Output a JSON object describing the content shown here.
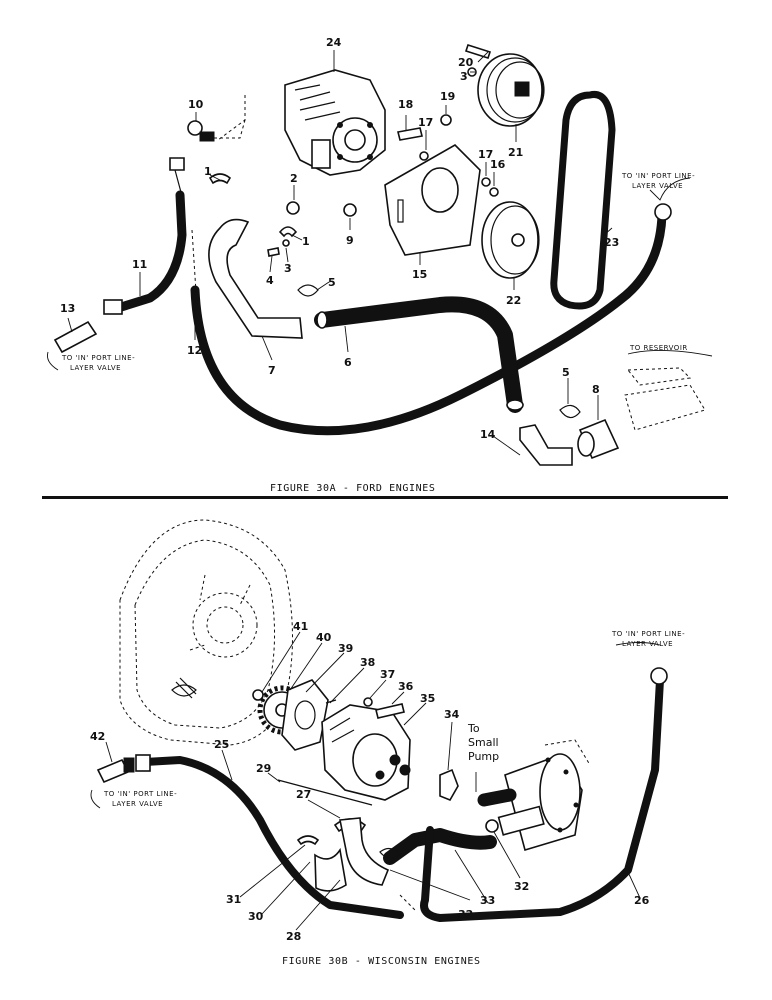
{
  "figure_a": {
    "caption": "FIGURE 30A - FORD ENGINES",
    "notes": {
      "in_port_right_1": "TO 'IN' PORT LINE-",
      "in_port_right_2": "LAYER VALVE",
      "in_port_left_1": "TO 'IN' PORT LINE-",
      "in_port_left_2": "LAYER VALVE",
      "reservoir": "TO RESERVOIR"
    },
    "callouts": {
      "c1a": "1",
      "c1b": "1",
      "c2": "2",
      "c3a": "3",
      "c3b": "3",
      "c4": "4",
      "c5a": "5",
      "c5b": "5",
      "c6": "6",
      "c7": "7",
      "c8": "8",
      "c9": "9",
      "c10": "10",
      "c11": "11",
      "c12": "12",
      "c13": "13",
      "c14": "14",
      "c15": "15",
      "c16": "16",
      "c17a": "17",
      "c17b": "17",
      "c18": "18",
      "c19": "19",
      "c20": "20",
      "c21": "21",
      "c22": "22",
      "c23": "23",
      "c24": "24"
    }
  },
  "figure_b": {
    "caption": "FIGURE 30B - WISCONSIN ENGINES",
    "notes": {
      "in_port_right_1": "TO 'IN' PORT LINE-",
      "in_port_right_2": "LAYER VALVE",
      "in_port_left_1": "TO 'IN' PORT LINE-",
      "in_port_left_2": "LAYER VALVE",
      "small_pump_1": "To",
      "small_pump_2": "Small",
      "small_pump_3": "Pump"
    },
    "callouts": {
      "c25": "25",
      "c26": "26",
      "c27": "27",
      "c28": "28",
      "c29": "29",
      "c30": "30",
      "c31": "31",
      "c32a": "32",
      "c32b": "32",
      "c33": "33",
      "c34": "34",
      "c35": "35",
      "c36": "36",
      "c37": "37",
      "c38": "38",
      "c39": "39",
      "c40": "40",
      "c41": "41",
      "c42": "42"
    }
  }
}
